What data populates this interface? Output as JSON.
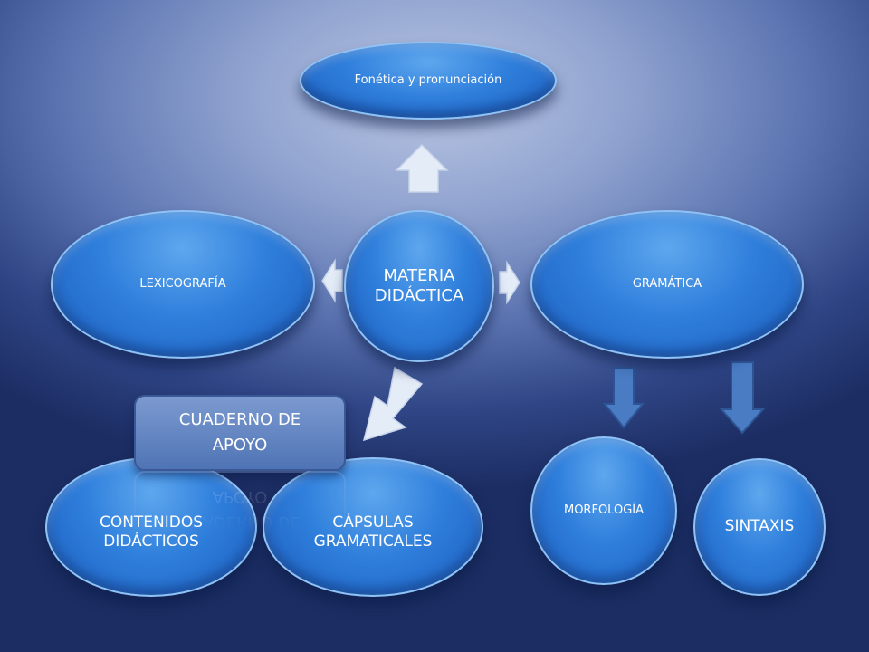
{
  "diagram": {
    "center": {
      "line1": "MATERIA",
      "line2": "DIDÁCTICA"
    },
    "top": {
      "label": "Fonética y pronunciación"
    },
    "left": {
      "label": "LEXICOGRAFÍA"
    },
    "right": {
      "label": "GRAMÁTICA"
    },
    "bottom_left": {
      "line1": "CONTENIDOS",
      "line2": "DIDÁCTICOS"
    },
    "bottom_mid": {
      "line1": "CÁPSULAS",
      "line2": "GRAMATICALES"
    },
    "support_box": {
      "line1": "CUADERNO DE",
      "line2": "APOYO"
    },
    "morfologia": {
      "label": "MORFOLOGÍA"
    },
    "sintaxis": {
      "label": "SINTAXIS"
    }
  },
  "colors": {
    "node_fill": "#2f7fdc",
    "node_border": "#8fc2f5",
    "arrow_light": "#e4ecf8",
    "arrow_blue": "#4a7cc4"
  },
  "icons": {
    "up": "arrow-up-icon",
    "left": "arrow-left-icon",
    "right": "arrow-right-icon",
    "diagonal": "arrow-diagonal-icon",
    "down": "arrow-down-icon"
  }
}
